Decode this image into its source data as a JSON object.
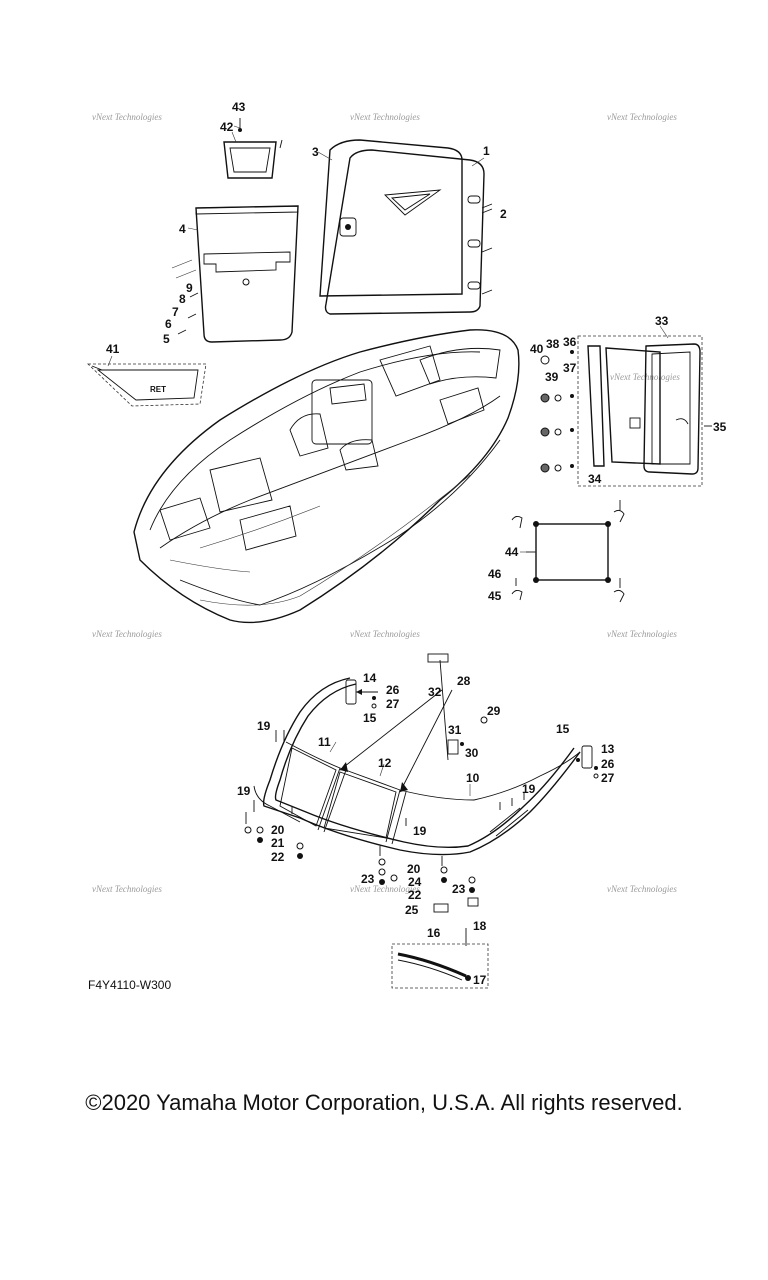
{
  "diagram": {
    "code": "F4Y4110-W300",
    "watermark": "vNext Technologies",
    "panel_label": "RET",
    "callouts": [
      "1",
      "2",
      "3",
      "4",
      "5",
      "6",
      "7",
      "8",
      "9",
      "10",
      "11",
      "12",
      "13",
      "14",
      "15",
      "15",
      "16",
      "17",
      "18",
      "19",
      "19",
      "19",
      "19",
      "20",
      "20",
      "21",
      "22",
      "22",
      "23",
      "23",
      "24",
      "25",
      "26",
      "26",
      "27",
      "27",
      "28",
      "29",
      "30",
      "31",
      "32",
      "33",
      "34",
      "35",
      "36",
      "37",
      "38",
      "39",
      "40",
      "41",
      "42",
      "43",
      "44",
      "45",
      "46"
    ]
  },
  "copyright": "©2020 Yamaha Motor Corporation, U.S.A. All rights reserved."
}
